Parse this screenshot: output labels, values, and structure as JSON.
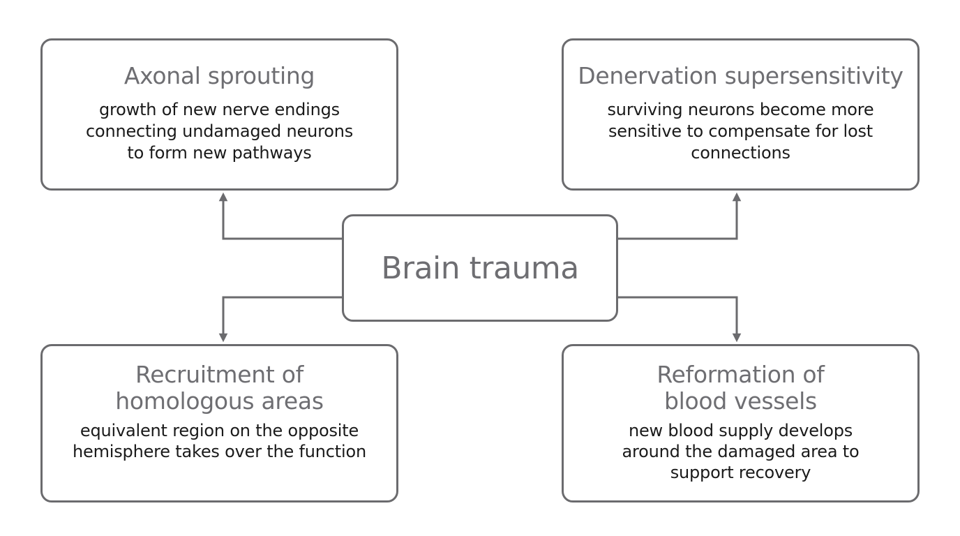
{
  "center": {
    "title": "Brain trauma"
  },
  "nodes": {
    "axonal": {
      "title": "Axonal sprouting",
      "description": "growth of new nerve endings\nconnecting undamaged neurons\nto form new pathways"
    },
    "denervation": {
      "title": "Denervation supersensitivity",
      "description": "surviving neurons become more\nsensitive to compensate for lost\nconnections"
    },
    "recruitment": {
      "title": "Recruitment of\nhomologous areas",
      "description": "equivalent region on the opposite\nhemisphere takes over the function"
    },
    "reformation": {
      "title": "Reformation of\nblood vessels",
      "description": "new blood supply develops\naround the damaged area to\nsupport recovery"
    }
  },
  "colors": {
    "border": "#6b6b6e",
    "title_text": "#6e6e72",
    "body_text": "#1a1a1a",
    "arrow": "#6b6b6e"
  }
}
